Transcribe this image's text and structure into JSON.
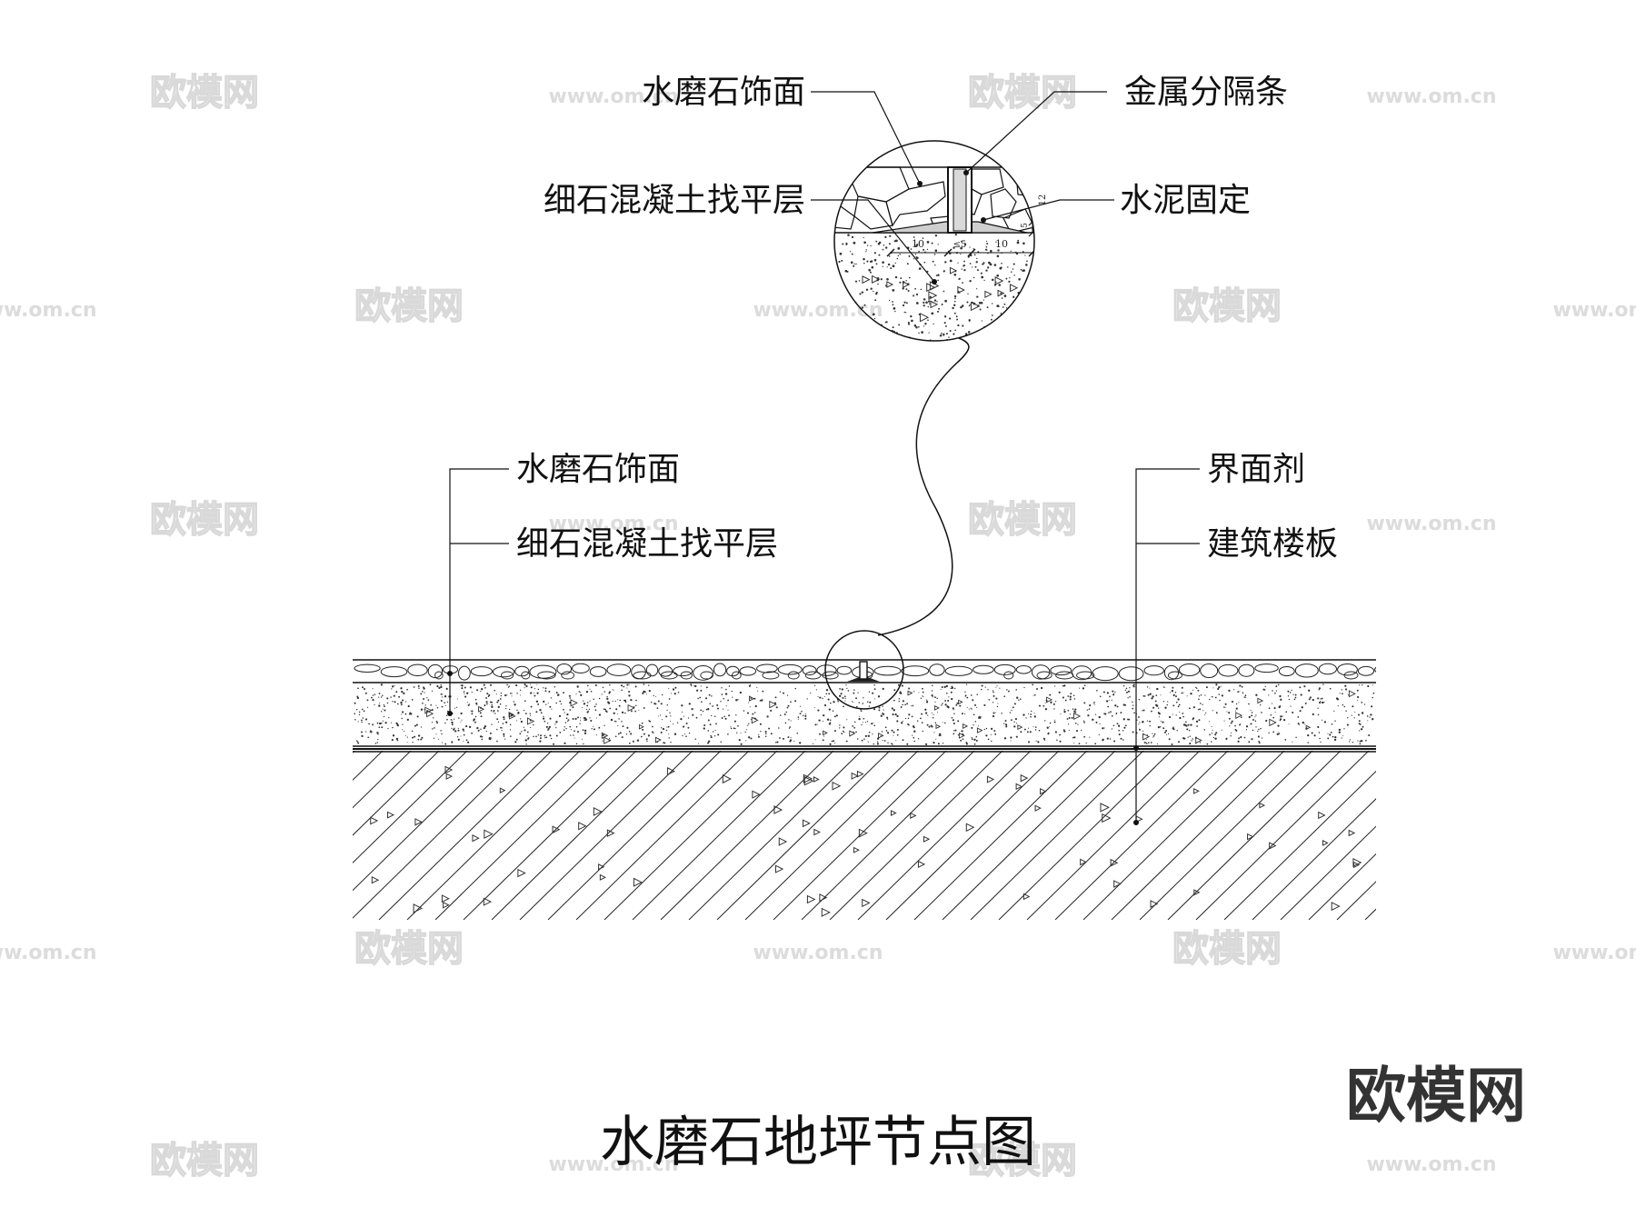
{
  "title": "水磨石地坪节点图",
  "brand_logo": "欧模网",
  "watermark": {
    "logo_text": "欧模网",
    "url_text": "www.om.cn"
  },
  "detail_callout": {
    "labels": {
      "terrazzo_finish": "水磨石饰面",
      "metal_divider": "金属分隔条",
      "fine_concrete_leveling": "细石混凝土找平层",
      "cement_fixing": "水泥固定"
    },
    "dimensions": {
      "left_width": "10",
      "strip_width": "≤5",
      "right_width": "10",
      "finish_thickness": "12",
      "base_thickness": "5"
    }
  },
  "section": {
    "labels": {
      "terrazzo_finish": "水磨石饰面",
      "fine_concrete_leveling": "细石混凝土找平层",
      "interface_agent": "界面剂",
      "structural_slab": "建筑楼板"
    }
  },
  "colors": {
    "line": "#111111",
    "watermark": "#d9d9d9",
    "background": "#ffffff"
  }
}
